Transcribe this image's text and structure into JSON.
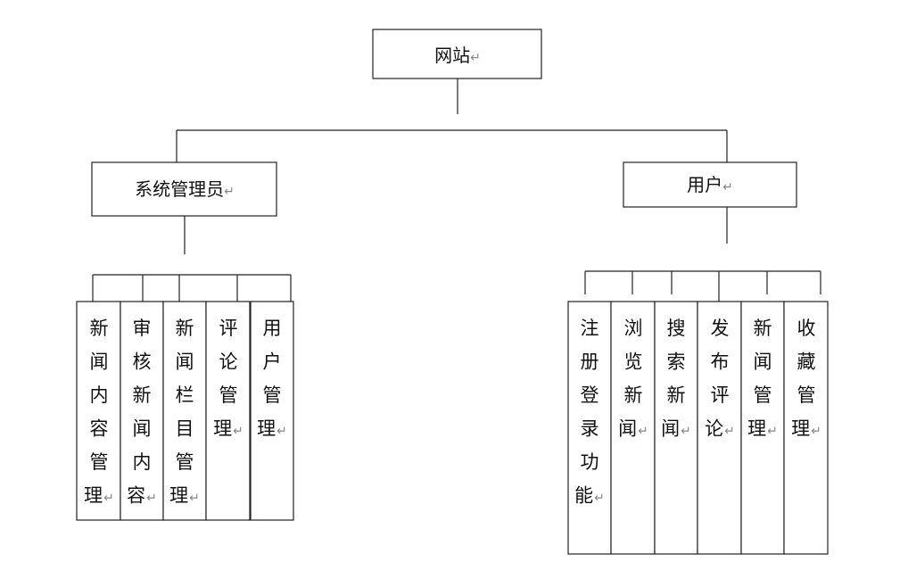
{
  "diagram": {
    "root": {
      "label": "网站",
      "mark": "↵"
    },
    "branches": [
      {
        "label": "系统管理员",
        "mark": "↵",
        "children": [
          {
            "label": "新闻内容管理",
            "mark": "↵"
          },
          {
            "label": "审核新闻内容",
            "mark": "↵"
          },
          {
            "label": "新闻栏目管理",
            "mark": "↵"
          },
          {
            "label": "评论管理",
            "mark": "↵"
          },
          {
            "label": "用户管理",
            "mark": "↵"
          }
        ]
      },
      {
        "label": "用户",
        "mark": "↵",
        "children": [
          {
            "label": "注册登录功能",
            "mark": "↵"
          },
          {
            "label": "浏览新闻",
            "mark": "↵"
          },
          {
            "label": "搜索新闻",
            "mark": "↵"
          },
          {
            "label": "发布评论",
            "mark": "↵"
          },
          {
            "label": "新闻管理",
            "mark": "↵"
          },
          {
            "label": "收藏管理",
            "mark": "↵"
          }
        ]
      }
    ]
  }
}
